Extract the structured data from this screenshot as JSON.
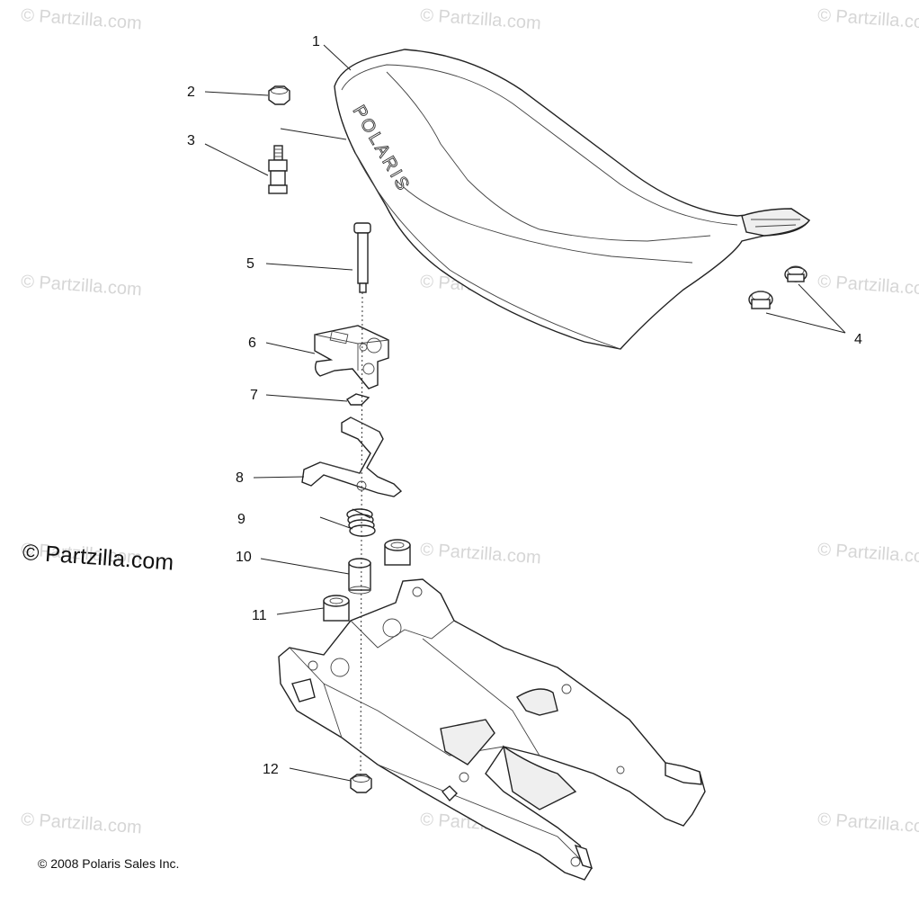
{
  "watermark_text": "© Partzilla.com",
  "watermarks": [
    "© Partzilla.com",
    "© Partzilla.com",
    "© Partzilla.com",
    "© Partzilla.com",
    "© Partzilla.com",
    "© Partzilla.com",
    "© Partzilla.com",
    "© Partzilla.com",
    "© Partzilla.com",
    "© Partzilla.com",
    "© Partzilla.com",
    "© Partzilla.com"
  ],
  "brand_watermark": "© Partzilla.com",
  "seat_logo_text": "POLARIS",
  "copyright": "© 2008 Polaris Sales Inc.",
  "callouts": [
    "1",
    "2",
    "3",
    "4",
    "5",
    "6",
    "7",
    "8",
    "9",
    "10",
    "11",
    "12"
  ],
  "colors": {
    "line": "#222222",
    "watermark": "#d6d6d6",
    "background": "#ffffff"
  }
}
